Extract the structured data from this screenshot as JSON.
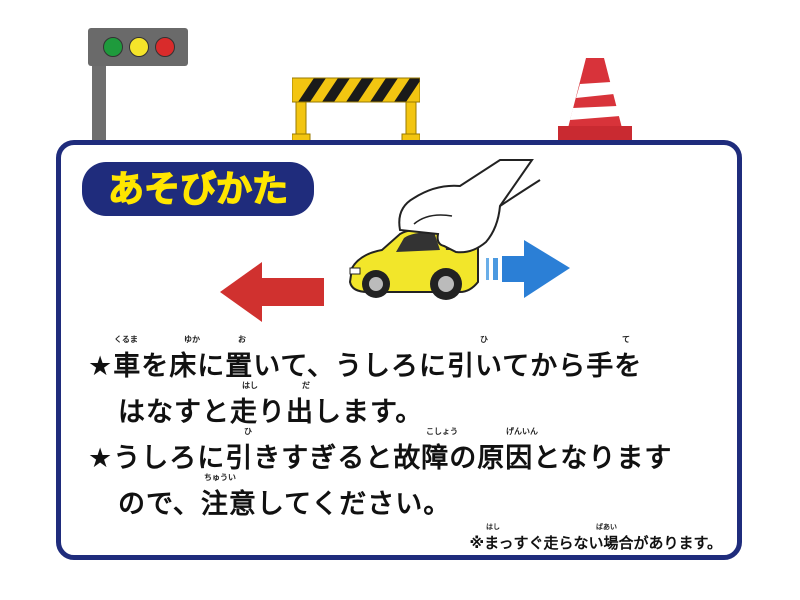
{
  "signal_colors": {
    "green": "#1e9a3c",
    "yellow": "#f5e42a",
    "red": "#d92b2b",
    "housing": "#6a6a6a"
  },
  "card": {
    "border_color": "#1f2c7c"
  },
  "title": {
    "text": "あそびかた",
    "fill": "#ffe600",
    "outline": "#1f2c7c"
  },
  "illustration": {
    "car_color": "#f2e62a",
    "arrow_left_color": "#d0312f",
    "arrow_right_color": "#2b7fd6",
    "icons": [
      "hand-icon",
      "toy-car-icon",
      "left-arrow-icon",
      "right-arrow-icon"
    ]
  },
  "instructions": {
    "line1": "★車を床に置いて、うしろに引いてから手を",
    "line2": "はなすと走り出します。",
    "line3": "★うしろに引きすぎると故障の原因となります",
    "line4": "ので、注意してください。"
  },
  "ruby": {
    "kuruma": "くるま",
    "yuka": "ゆか",
    "o": "お",
    "hi1": "ひ",
    "te": "て",
    "hashi": "はし",
    "da": "だ",
    "hi2": "ひ",
    "koshou": "こしょう",
    "genin": "げんいん",
    "chuui": "ちゅうい",
    "hashi2": "はし",
    "baai": "ばあい"
  },
  "note": "※まっすぐ走らない場合があります。"
}
